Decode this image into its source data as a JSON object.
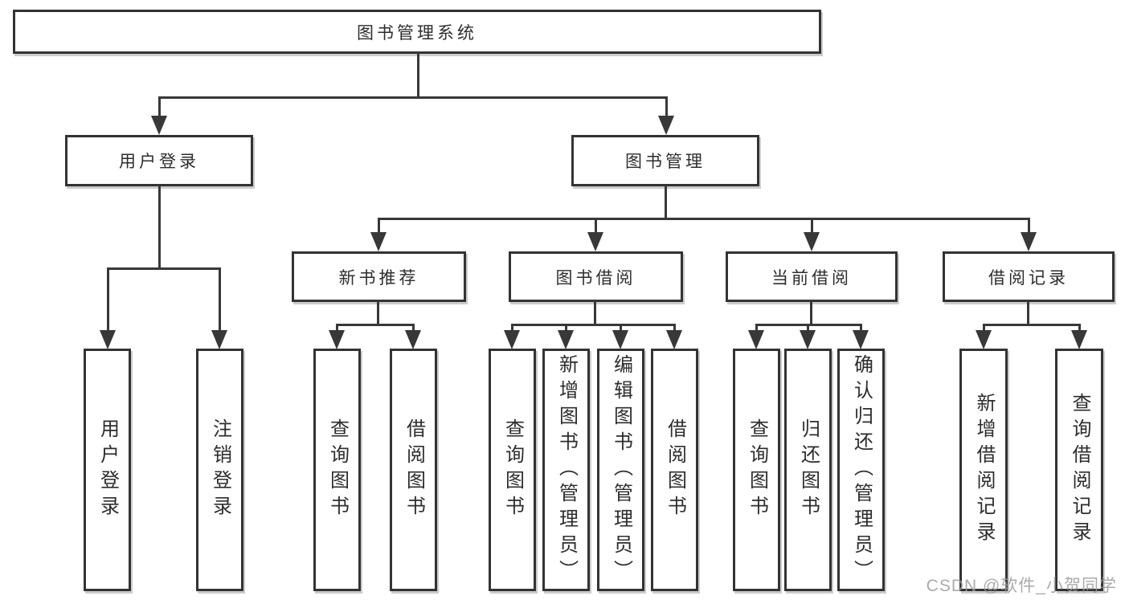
{
  "diagram": {
    "root": {
      "id": "library-system",
      "label": "图书管理系统"
    },
    "level1": [
      {
        "id": "user-login",
        "label": "用户登录",
        "parent": "library-system"
      },
      {
        "id": "book-management",
        "label": "图书管理",
        "parent": "library-system"
      }
    ],
    "level2": [
      {
        "id": "new-book-recommend",
        "label": "新书推荐",
        "parent": "book-management"
      },
      {
        "id": "book-borrow",
        "label": "图书借阅",
        "parent": "book-management"
      },
      {
        "id": "current-borrow",
        "label": "当前借阅",
        "parent": "book-management"
      },
      {
        "id": "borrow-records",
        "label": "借阅记录",
        "parent": "book-management"
      }
    ],
    "leaves": [
      {
        "id": "leaf-user-login",
        "label": "用户登录",
        "parent": "user-login"
      },
      {
        "id": "leaf-logout",
        "label": "注销登录",
        "parent": "user-login"
      },
      {
        "id": "leaf-query-books-recommend",
        "label": "查询图书",
        "parent": "new-book-recommend"
      },
      {
        "id": "leaf-borrow-books-recommend",
        "label": "借阅图书",
        "parent": "new-book-recommend"
      },
      {
        "id": "leaf-query-books-borrow",
        "label": "查询图书",
        "parent": "book-borrow"
      },
      {
        "id": "leaf-add-books-admin",
        "label": "新增图书（管理员）",
        "parent": "book-borrow"
      },
      {
        "id": "leaf-edit-books-admin",
        "label": "编辑图书（管理员）",
        "parent": "book-borrow"
      },
      {
        "id": "leaf-borrow-books",
        "label": "借阅图书",
        "parent": "book-borrow"
      },
      {
        "id": "leaf-query-books-current",
        "label": "查询图书",
        "parent": "current-borrow"
      },
      {
        "id": "leaf-return-books",
        "label": "归还图书",
        "parent": "current-borrow"
      },
      {
        "id": "leaf-confirm-return-admin",
        "label": "确认归还（管理员）",
        "parent": "current-borrow"
      },
      {
        "id": "leaf-add-borrow-record",
        "label": "新增借阅记录",
        "parent": "borrow-records"
      },
      {
        "id": "leaf-query-borrow-record",
        "label": "查询借阅记录",
        "parent": "borrow-records"
      }
    ]
  },
  "watermark": {
    "text": "CSDN @软件_小贺同学"
  },
  "colors": {
    "line": "#383838",
    "box_border": "#333333",
    "text": "#2d2d2d",
    "background": "#ffffff",
    "watermark": "#9c9c9c"
  }
}
